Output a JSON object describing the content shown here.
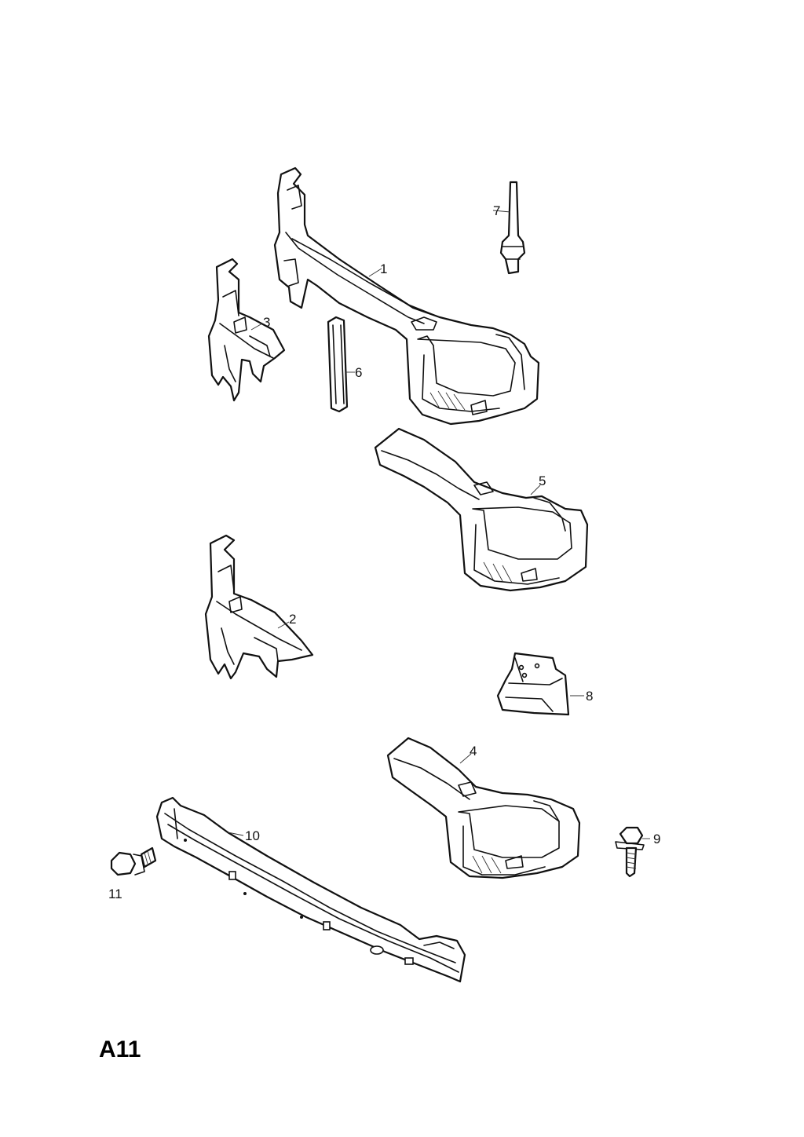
{
  "diagram": {
    "page_code": "A11",
    "callouts": [
      "1",
      "2",
      "3",
      "4",
      "5",
      "6",
      "7",
      "8",
      "9",
      "10",
      "11"
    ]
  }
}
